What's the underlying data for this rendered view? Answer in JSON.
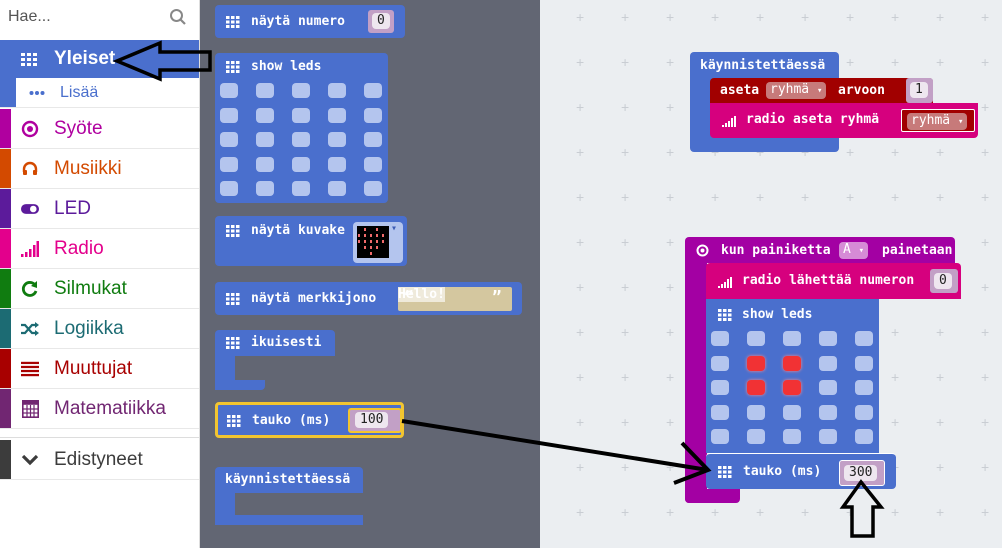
{
  "toolbox": {
    "search_placeholder": "Hae...",
    "categories": [
      {
        "id": "yleiset",
        "label": "Yleiset",
        "icon": "grid-icon",
        "color": "#4a6fcd",
        "selected": true
      },
      {
        "id": "lisaa",
        "label": "Lisää",
        "icon": "more-dots-icon",
        "color": "#4a6fcd",
        "subcategory": true
      },
      {
        "id": "syote",
        "label": "Syöte",
        "icon": "radio-button-icon",
        "color": "#b0009f"
      },
      {
        "id": "musiikki",
        "label": "Musiikki",
        "icon": "headphones-icon",
        "color": "#d34a00"
      },
      {
        "id": "led",
        "label": "LED",
        "icon": "toggle-icon",
        "color": "#5c1b9b"
      },
      {
        "id": "radio",
        "label": "Radio",
        "icon": "signal-bars-icon",
        "color": "#e3008c"
      },
      {
        "id": "silmukat",
        "label": "Silmukat",
        "icon": "refresh-icon",
        "color": "#107c10"
      },
      {
        "id": "logiikka",
        "label": "Logiikka",
        "icon": "shuffle-icon",
        "color": "#1c6b73"
      },
      {
        "id": "muuttujat",
        "label": "Muuttujat",
        "icon": "list-icon",
        "color": "#a80000"
      },
      {
        "id": "matematiikka",
        "label": "Matematiikka",
        "icon": "calculator-icon",
        "color": "#712672"
      },
      {
        "id": "edistyneet",
        "label": "Edistyneet",
        "icon": "chevron-down-icon",
        "color": "#3c3c3c"
      }
    ]
  },
  "flyout": {
    "show_number": {
      "label": "näytä numero",
      "value": "0"
    },
    "show_leds": {
      "label": "show leds",
      "leds": [
        0,
        0,
        0,
        0,
        0,
        0,
        0,
        0,
        0,
        0,
        0,
        0,
        0,
        0,
        0,
        0,
        0,
        0,
        0,
        0,
        0,
        0,
        0,
        0,
        0
      ]
    },
    "show_icon": {
      "label": "näytä kuvake"
    },
    "show_string": {
      "label": "näytä merkkijono",
      "value": "Hello!",
      "open_quote": "“",
      "close_quote": "”"
    },
    "forever": {
      "label": "ikuisesti"
    },
    "pause": {
      "label": "tauko (ms)",
      "value": "100"
    },
    "on_start": {
      "label": "käynnistettäessä"
    }
  },
  "workspace": {
    "on_start": {
      "label": "käynnistettäessä",
      "set_var": {
        "label": "aseta",
        "variable": "ryhmä",
        "to_label": "arvoon",
        "value": "1"
      },
      "radio_set_group": {
        "label": "radio aseta ryhmä",
        "variable": "ryhmä"
      }
    },
    "on_button": {
      "label_before": "kun painiketta",
      "button": "A",
      "label_after": "painetaan",
      "radio_send": {
        "label": "radio lähettää numeron",
        "value": "0"
      },
      "show_leds": {
        "label": "show leds",
        "leds": [
          0,
          0,
          0,
          0,
          0,
          0,
          1,
          1,
          0,
          0,
          0,
          1,
          1,
          0,
          0,
          0,
          0,
          0,
          0,
          0,
          0,
          0,
          0,
          0,
          0
        ]
      },
      "pause": {
        "label": "tauko (ms)",
        "value": "300"
      }
    }
  },
  "dropdown_arrow": "▾"
}
